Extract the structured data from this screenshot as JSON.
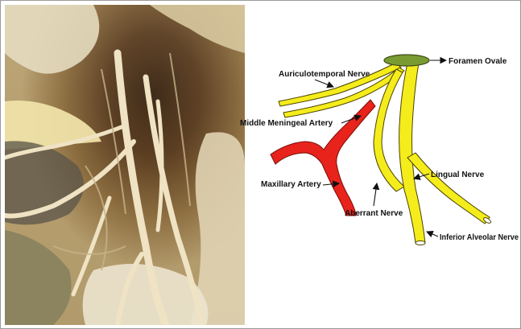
{
  "diagram": {
    "labels": {
      "foramen_ovale": "Foramen Ovale",
      "auriculotemporal_nerve": "Auriculotemporal Nerve",
      "middle_meningeal_artery": "Middle Meningeal Artery",
      "maxillary_artery": "Maxillary Artery",
      "lingual_nerve": "Lingual Nerve",
      "aberrant_nerve": "Aberrant Nerve",
      "inferior_alveolar_nerve": "Inferior Alveolar Nerve"
    },
    "colors": {
      "nerve_fill": "#f5ec1c",
      "nerve_outline": "#4a4400",
      "artery_fill": "#e8231c",
      "foramen_fill": "#7a9a32",
      "pointer": "#111111"
    }
  }
}
